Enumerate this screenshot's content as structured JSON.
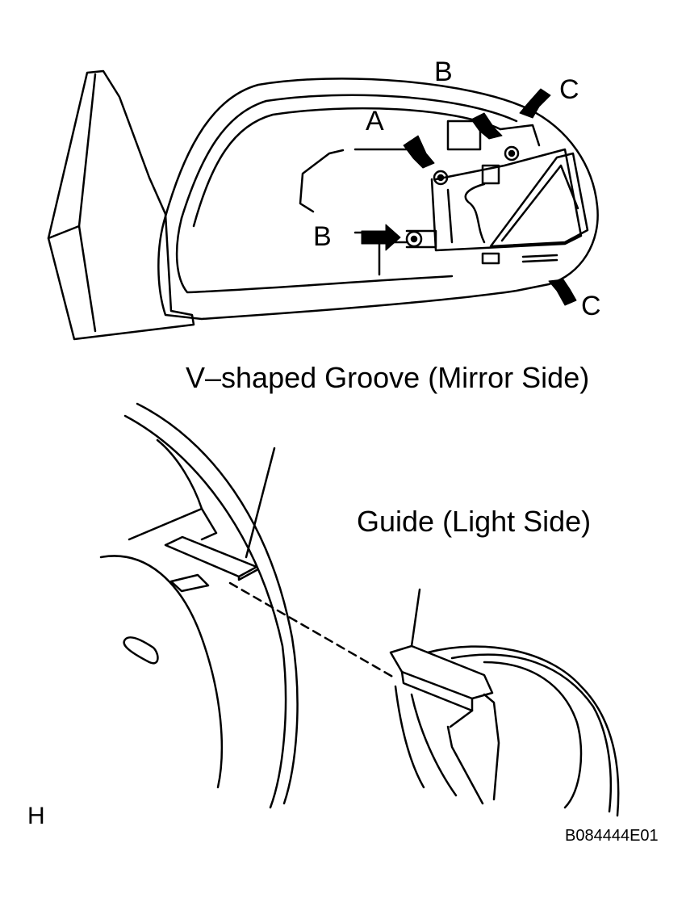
{
  "labels": {
    "a": "A",
    "b_top": "B",
    "b_left": "B",
    "c_top": "C",
    "c_bottom": "C"
  },
  "captions": {
    "mirror_groove": "V–shaped Groove (Mirror Side)",
    "guide": "Guide (Light Side)"
  },
  "page_letter": "H",
  "doc_code": "B084444E01",
  "colors": {
    "ink": "#000000",
    "paper": "#ffffff"
  }
}
